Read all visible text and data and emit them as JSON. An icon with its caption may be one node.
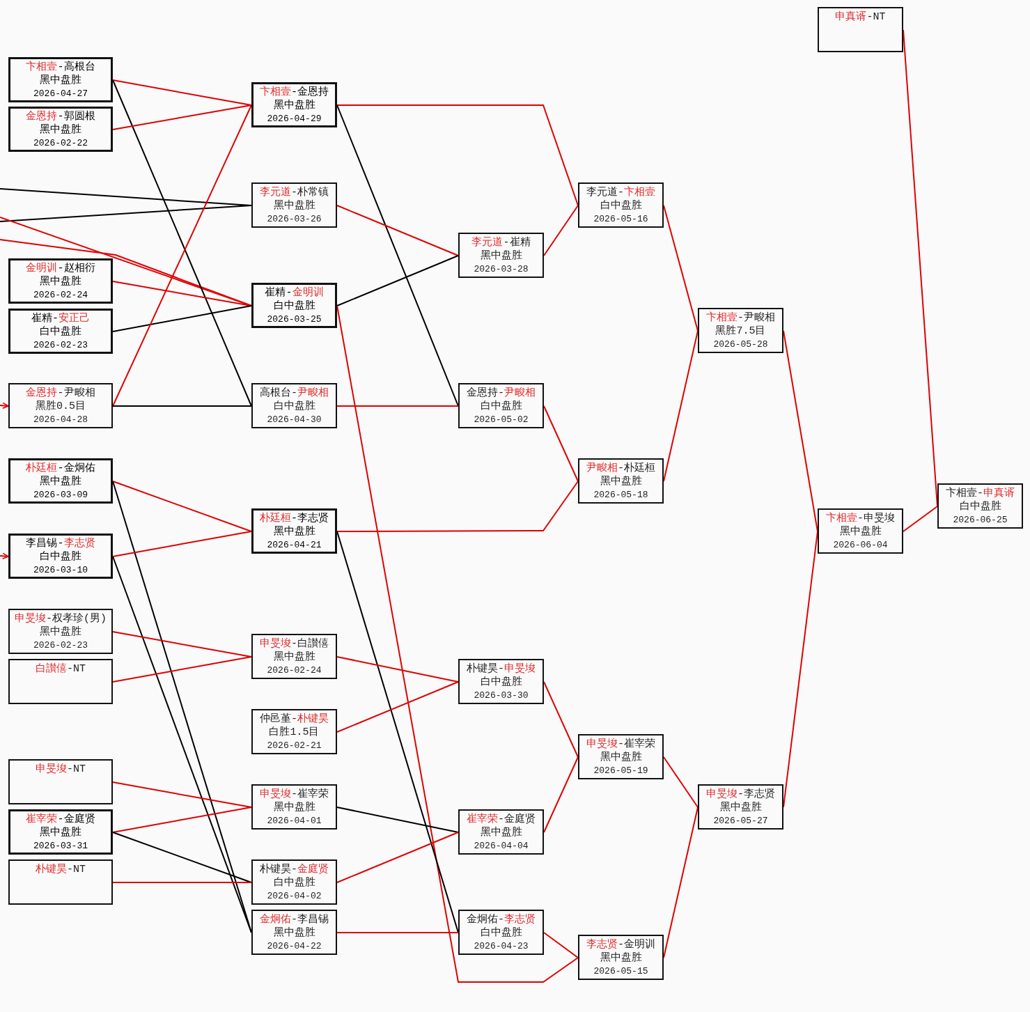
{
  "diagram": {
    "nodes": [
      {
        "text": [
          "卞相壹-高根台",
          "黑中盘胜",
          "2026-04-27"
        ]
      },
      {
        "text": [
          "金恩持-郭圆根",
          "黑中盘胜",
          "2026-02-22"
        ]
      },
      {
        "text": [
          "金明训-赵相衍",
          "黑中盘胜",
          "2026-02-24"
        ]
      },
      {
        "text": [
          "崔精-安正己",
          "白中盘胜",
          "2026-02-23"
        ]
      },
      {
        "text": [
          "金恩持-尹畯相",
          "黑胜0.5目",
          "2026-04-28"
        ]
      },
      {
        "text": [
          "朴廷桓-金炯佑",
          "黑中盘胜",
          "2026-03-09"
        ]
      },
      {
        "text": [
          "李昌锡-李志贤",
          "白中盘胜",
          "2026-03-10"
        ]
      },
      {
        "text": [
          "申旻埈-权孝珍(男)",
          "黑中盘胜",
          "2026-02-23"
        ]
      },
      {
        "text": [
          "白讃僖-NT"
        ]
      },
      {
        "text": [
          "申旻埈-NT"
        ]
      },
      {
        "text": [
          "崔宰荣-金庭贤",
          "黑中盘胜",
          "2026-03-31"
        ]
      },
      {
        "text": [
          "朴键昊-NT"
        ]
      },
      {
        "text": [
          "卞相壹-金恩持",
          "黑中盘胜",
          "2026-04-29"
        ]
      },
      {
        "text": [
          "李元道-朴常镇",
          "黑中盘胜",
          "2026-03-26"
        ]
      },
      {
        "text": [
          "崔精-金明训",
          "白中盘胜",
          "2026-03-25"
        ]
      },
      {
        "text": [
          "高根台-尹畯相",
          "白中盘胜",
          "2026-04-30"
        ]
      },
      {
        "text": [
          "朴廷桓-李志贤",
          "黑中盘胜",
          "2026-04-21"
        ]
      },
      {
        "text": [
          "申旻埈-白讃僖",
          "黑中盘胜",
          "2026-02-24"
        ]
      },
      {
        "text": [
          "仲邑堇-朴键昊",
          "白胜1.5目",
          "2026-02-21"
        ]
      },
      {
        "text": [
          "申旻埈-崔宰荣",
          "黑中盘胜",
          "2026-04-01"
        ]
      },
      {
        "text": [
          "朴键昊-金庭贤",
          "白中盘胜",
          "2026-04-02"
        ]
      },
      {
        "text": [
          "金炯佑-李昌锡",
          "黑中盘胜",
          "2026-04-22"
        ]
      },
      {
        "text": [
          "李元道-崔精",
          "黑中盘胜",
          "2026-03-28"
        ]
      },
      {
        "text": [
          "金恩持-尹畯相",
          "白中盘胜",
          "2026-05-02"
        ]
      },
      {
        "text": [
          "朴键昊-申旻埈",
          "白中盘胜",
          "2026-03-30"
        ]
      },
      {
        "text": [
          "崔宰荣-金庭贤",
          "黑中盘胜",
          "2026-04-04"
        ]
      },
      {
        "text": [
          "金炯佑-李志贤",
          "白中盘胜",
          "2026-04-23"
        ]
      },
      {
        "text": [
          "李元道-卞相壹",
          "白中盘胜",
          "2026-05-16"
        ]
      },
      {
        "text": [
          "尹畯相-朴廷桓",
          "黑中盘胜",
          "2026-05-18"
        ]
      },
      {
        "text": [
          "申旻埈-崔宰荣",
          "黑中盘胜",
          "2026-05-19"
        ]
      },
      {
        "text": [
          "李志贤-金明训",
          "黑中盘胜",
          "2026-05-15"
        ]
      },
      {
        "text": [
          "卞相壹-尹畯相",
          "黑胜7.5目",
          "2026-05-28"
        ]
      },
      {
        "text": [
          "申旻埈-李志贤",
          "黑中盘胜",
          "2026-05-27"
        ]
      },
      {
        "text": [
          "申真谞-NT"
        ]
      },
      {
        "text": [
          "卞相壹-申旻埈",
          "黑中盘胜",
          "2026-06-04"
        ]
      },
      {
        "text": [
          "卞相壹-申真谞",
          "白中盘胜",
          "2026-06-25"
        ]
      }
    ],
    "edges": [
      {
        "from": null,
        "to": 13,
        "arrow": "none",
        "color": "#000000"
      },
      {
        "from": null,
        "to": 13,
        "arrow": "none",
        "color": "#000000"
      },
      {
        "from": null,
        "to": 14,
        "arrow": "none"
      },
      {
        "from": null,
        "to": 14,
        "arrow": "none"
      },
      {
        "from": null,
        "to": 4,
        "arrow": "to"
      },
      {
        "from": null,
        "to": 6,
        "arrow": "to"
      },
      {
        "from": 0,
        "to": 12,
        "arrow": "none"
      },
      {
        "from": 0,
        "to": 15,
        "arrow": "none",
        "color": "#000000"
      },
      {
        "from": 1,
        "to": 12,
        "arrow": "none"
      },
      {
        "from": 2,
        "to": 14,
        "arrow": "none"
      },
      {
        "from": 3,
        "to": 14,
        "arrow": "none",
        "color": "#000000"
      },
      {
        "from": 4,
        "to": 12,
        "arrow": "none"
      },
      {
        "from": 4,
        "to": 15,
        "arrow": "none",
        "color": "#000000"
      },
      {
        "from": 5,
        "to": 16,
        "arrow": "none"
      },
      {
        "from": 5,
        "to": 21,
        "arrow": "none",
        "color": "#000000"
      },
      {
        "from": 6,
        "to": 16,
        "arrow": "none"
      },
      {
        "from": 6,
        "to": 21,
        "arrow": "none",
        "color": "#000000"
      },
      {
        "from": 7,
        "to": 17,
        "arrow": "none"
      },
      {
        "from": 8,
        "to": 17,
        "arrow": "none"
      },
      {
        "from": 9,
        "to": 19,
        "arrow": "none"
      },
      {
        "from": 10,
        "to": 19,
        "arrow": "none"
      },
      {
        "from": 10,
        "to": 20,
        "arrow": "none",
        "color": "#000000"
      },
      {
        "from": 11,
        "to": 20,
        "arrow": "none"
      },
      {
        "from": 12,
        "to": 27,
        "arrow": "none"
      },
      {
        "from": 12,
        "to": 23,
        "arrow": "none",
        "color": "#000000"
      },
      {
        "from": 13,
        "to": 22,
        "arrow": "none"
      },
      {
        "from": 14,
        "to": 22,
        "arrow": "none",
        "color": "#000000"
      },
      {
        "from": 14,
        "to": 30,
        "arrow": "none"
      },
      {
        "from": 15,
        "to": 23,
        "arrow": "none"
      },
      {
        "from": 16,
        "to": 28,
        "arrow": "none"
      },
      {
        "from": 16,
        "to": 26,
        "arrow": "none",
        "color": "#000000"
      },
      {
        "from": 17,
        "to": 24,
        "arrow": "none"
      },
      {
        "from": 18,
        "to": 24,
        "arrow": "none"
      },
      {
        "from": 19,
        "to": 25,
        "arrow": "none",
        "color": "#000000"
      },
      {
        "from": 20,
        "to": 25,
        "arrow": "none"
      },
      {
        "from": 21,
        "to": 26,
        "arrow": "none"
      },
      {
        "from": 22,
        "to": 27,
        "arrow": "none"
      },
      {
        "from": 23,
        "to": 28,
        "arrow": "none"
      },
      {
        "from": 24,
        "to": 29,
        "arrow": "none"
      },
      {
        "from": 25,
        "to": 29,
        "arrow": "none"
      },
      {
        "from": 26,
        "to": 30,
        "arrow": "none"
      },
      {
        "from": 27,
        "to": 31,
        "arrow": "none"
      },
      {
        "from": 28,
        "to": 31,
        "arrow": "none"
      },
      {
        "from": 29,
        "to": 32,
        "arrow": "none"
      },
      {
        "from": 30,
        "to": 32,
        "arrow": "none"
      },
      {
        "from": 31,
        "to": 34,
        "arrow": "none"
      },
      {
        "from": 32,
        "to": 34,
        "arrow": "none"
      },
      {
        "from": 33,
        "to": 35,
        "arrow": "none"
      },
      {
        "from": 34,
        "to": 35,
        "arrow": "none"
      }
    ]
  }
}
